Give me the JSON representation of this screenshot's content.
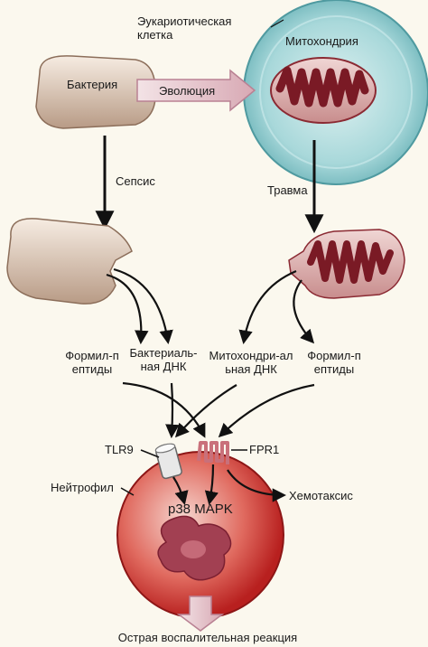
{
  "labels": {
    "eukaryotic_cell": "Эукариотическая клетка",
    "mitochondrion": "Митохондрия",
    "bacterium": "Бактерия",
    "evolution": "Эволюция",
    "sepsis": "Сепсис",
    "trauma": "Травма",
    "formyl_peptides_left": "Формил-пептиды",
    "bacterial_dna": "Бактериаль-ная ДНК",
    "mitochondrial_dna": "Митохондри-альная ДНК",
    "formyl_peptides_right": "Формил-пептиды",
    "tlr9": "TLR9",
    "fpr1": "FPR1",
    "neutrophil": "Нейтрофил",
    "p38_mapk": "p38 MAPK",
    "chemotaxis": "Хемотаксис",
    "acute_inflammation": "Острая воспалительная реакция"
  },
  "colors": {
    "background": "#fbf8ee",
    "cell_fill": "#9fd2d4",
    "bacterium_fill": "#e8d7c6",
    "mitochondria_fill": "#7a1a25",
    "neutrophil_fill": "#d83a3a",
    "arrow": "#111111"
  }
}
